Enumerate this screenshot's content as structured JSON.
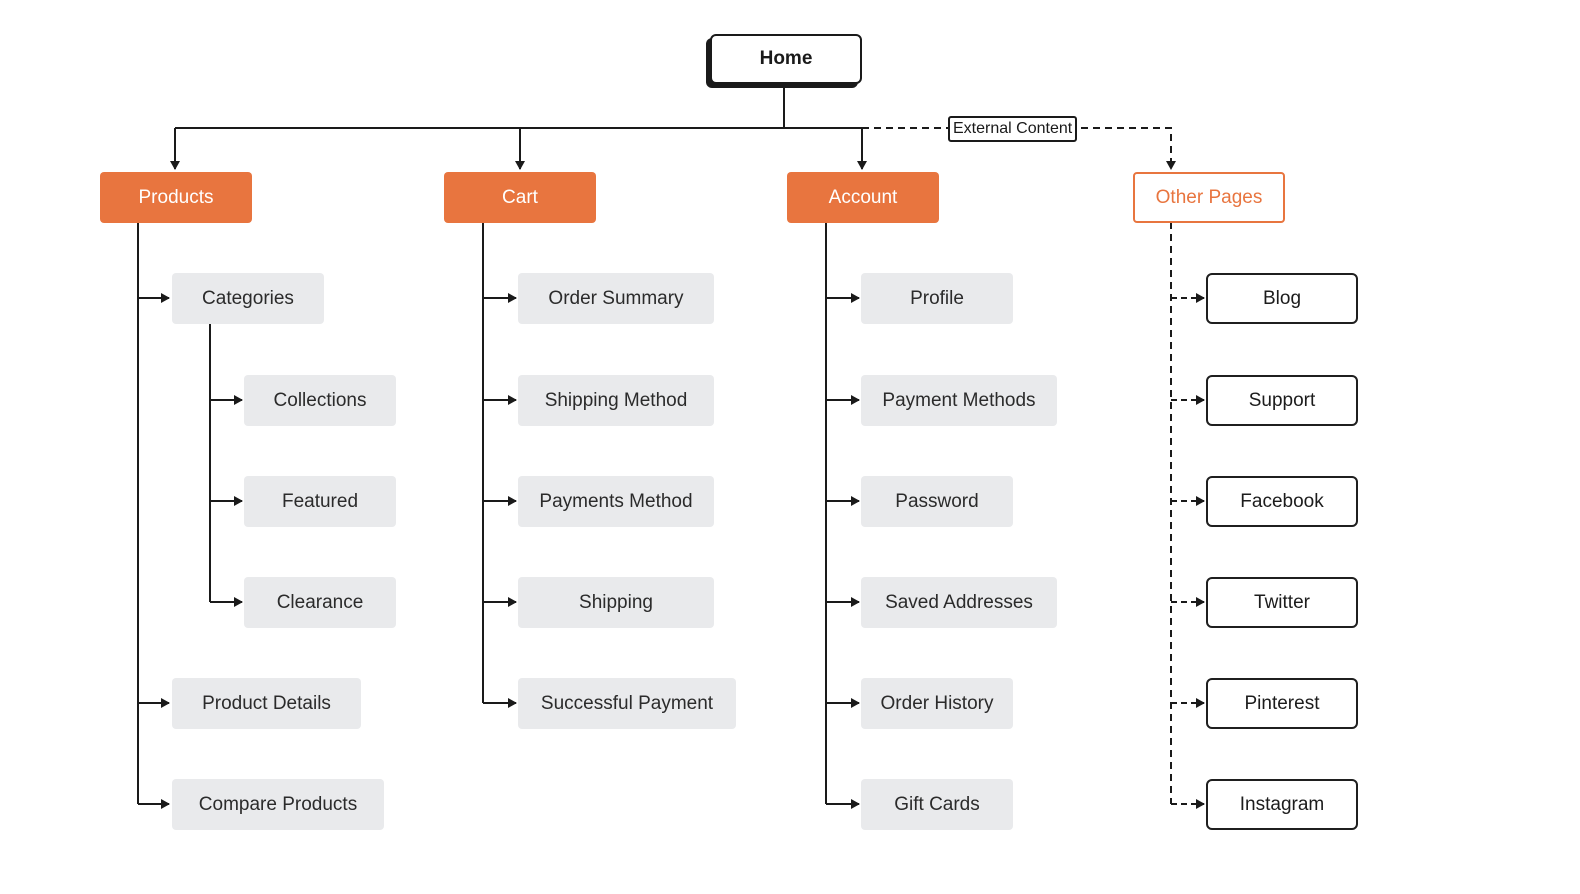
{
  "home": "Home",
  "external_label": "External Content",
  "categories": {
    "products": "Products",
    "cart": "Cart",
    "account": "Account",
    "other": "Other Pages"
  },
  "products": {
    "categories": "Categories",
    "collections": "Collections",
    "featured": "Featured",
    "clearance": "Clearance",
    "product_details": "Product Details",
    "compare_products": "Compare Products"
  },
  "cart": {
    "order_summary": "Order Summary",
    "shipping_method": "Shipping Method",
    "payments_method": "Payments Method",
    "shipping": "Shipping",
    "successful_payment": "Successful Payment"
  },
  "account": {
    "profile": "Profile",
    "payment_methods": "Payment Methods",
    "password": "Password",
    "saved_addresses": "Saved Addresses",
    "order_history": "Order History",
    "gift_cards": "Gift Cards"
  },
  "other": {
    "blog": "Blog",
    "support": "Support",
    "facebook": "Facebook",
    "twitter": "Twitter",
    "pinterest": "Pinterest",
    "instagram": "Instagram"
  },
  "colors": {
    "accent": "#e8753f",
    "node_fill": "#e9eaec",
    "line": "#1a1a1a"
  }
}
